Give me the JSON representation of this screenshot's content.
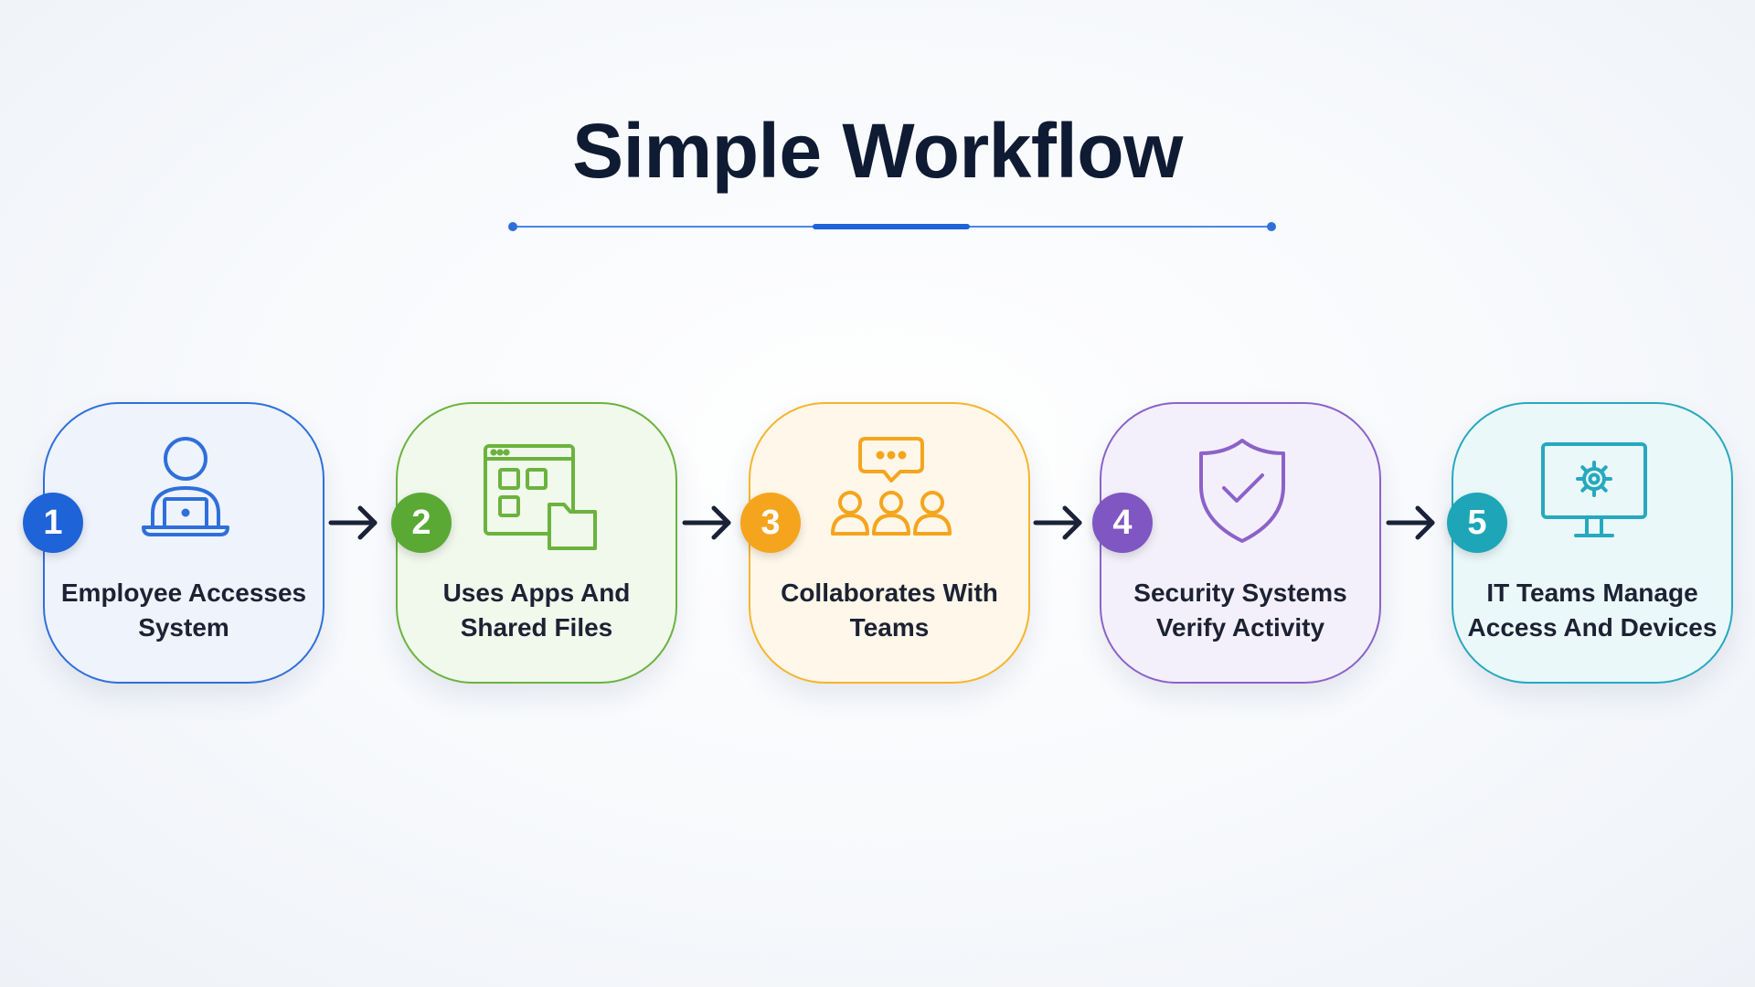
{
  "title": "Simple Workflow",
  "steps": [
    {
      "number": "1",
      "label_line1": "Employee Accesses",
      "label_line2": "System",
      "icon": "person-laptop-icon",
      "color": "#2f6fdb"
    },
    {
      "number": "2",
      "label_line1": "Uses Apps And",
      "label_line2": "Shared Files",
      "icon": "app-window-folder-icon",
      "color": "#6bb33e"
    },
    {
      "number": "3",
      "label_line1": "Collaborates With",
      "label_line2": "Teams",
      "icon": "team-chat-icon",
      "color": "#f5a51d"
    },
    {
      "number": "4",
      "label_line1": "Security Systems",
      "label_line2": "Verify Activity",
      "icon": "shield-check-icon",
      "color": "#8b62c9"
    },
    {
      "number": "5",
      "label_line1": "IT Teams Manage",
      "label_line2": "Access And Devices",
      "icon": "monitor-gear-icon",
      "color": "#26a9be"
    }
  ],
  "arrow_color": "#1a2238"
}
